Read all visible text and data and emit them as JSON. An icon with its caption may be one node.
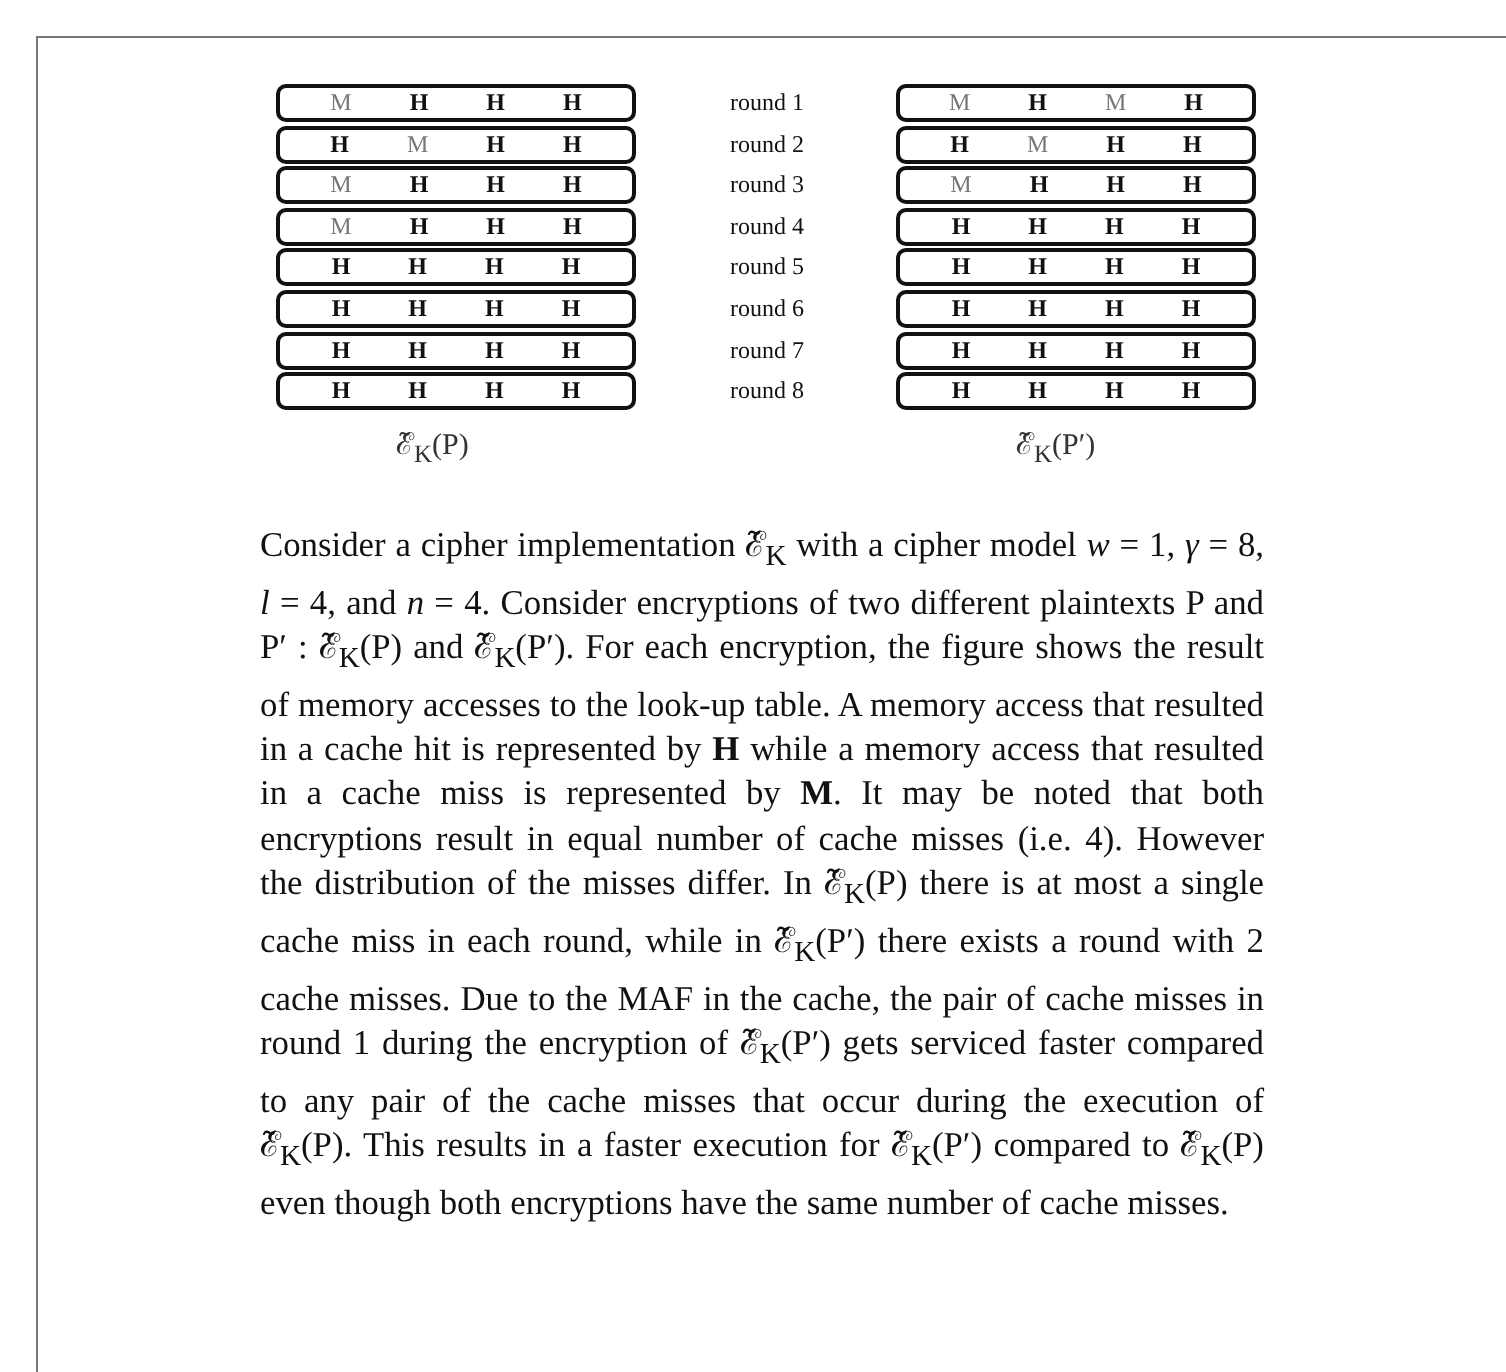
{
  "diagram": {
    "caption": "Consider a cipher implementation ℰ̃$_{K}$ with a cipher model *w* = 1, *γ* = 8, *l* = 4, and *n* = 4. Consider encryptions of two different plaintexts P and P′ : ℰ̃$_{K}$(P) and ℰ̃$_{K}$(P′). For each encryption, the figure shows the result of memory accesses to the look-up table. A memory access that resulted in a cache hit is represented by **H** while a memory access that resulted in a cache miss is represented by **M**. It may be noted that both encryptions result in equal number of cache misses (i.e. 4). However the distribution of the misses differ. In ℰ̃$_{K}$(P) there is at most a single cache miss in each round, while in ℰ̃$_{K}$(P′) there exists a round with 2 cache misses. Due to the MAF in the cache, the pair of cache misses in round 1 during the encryption of ℰ̃$_{K}$(P′) gets serviced faster compared to any pair of the cache misses that occur during the execution of ℰ̃$_{K}$(P). This results in a faster execution for ℰ̃$_{K}$(P′) compared to ℰ̃$_{K}$(P) even though both encryptions have the same number of cache misses.",
    "nodes": [
      {
        "text": [
          "M **H** **H** **H**"
        ]
      },
      {
        "text": [
          "**H** M **H** **H**"
        ]
      },
      {
        "text": [
          "M **H** **H** **H**"
        ]
      },
      {
        "text": [
          "M **H** **H** **H**"
        ]
      },
      {
        "text": [
          "**H** **H** **H** **H**"
        ]
      },
      {
        "text": [
          "**H** **H** **H** **H**"
        ]
      },
      {
        "text": [
          "**H** **H** **H** **H**"
        ]
      },
      {
        "text": [
          "**H** **H** **H** **H**"
        ]
      },
      {
        "text": [
          "M **H** M **H**"
        ]
      },
      {
        "text": [
          "**H** M **H** **H**"
        ]
      },
      {
        "text": [
          "M **H** **H** **H**"
        ]
      },
      {
        "text": [
          "**H** **H** **H** **H**"
        ]
      },
      {
        "text": [
          "**H** **H** **H** **H**"
        ]
      },
      {
        "text": [
          "**H** **H** **H** **H**"
        ]
      },
      {
        "text": [
          "**H** **H** **H** **H**"
        ]
      },
      {
        "text": [
          "**H** **H** **H** **H**"
        ]
      }
    ],
    "labels": [
      "round 1",
      "round 2",
      "round 3",
      "round 4",
      "round 5",
      "round 6",
      "round 7",
      "round 8",
      "ℰ̃$_{K}$(P)",
      "ℰ̃$_{K}$(P′)"
    ]
  }
}
